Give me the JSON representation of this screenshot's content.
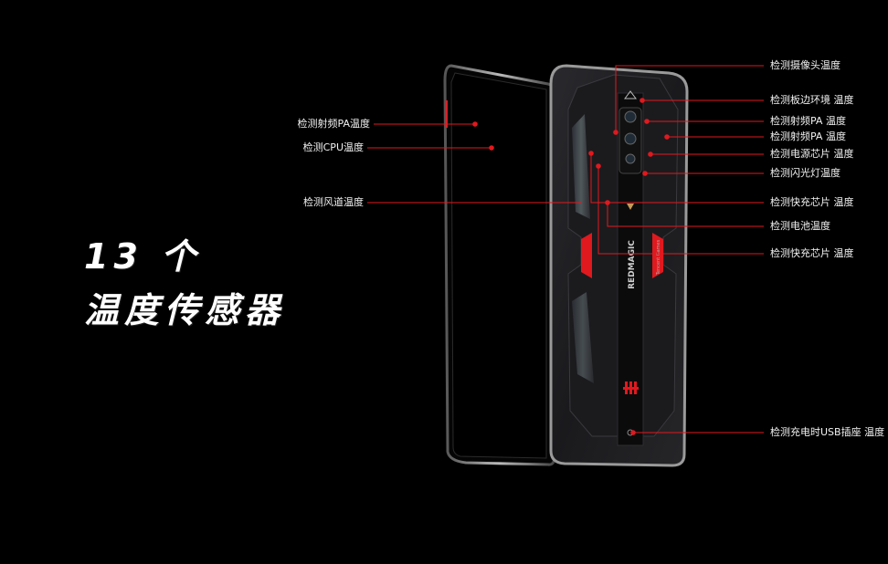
{
  "headline": {
    "line1": "13 个",
    "line2": "温度传感器"
  },
  "brand": {
    "phone_logo": "REDMAGIC",
    "tencent": "Tencent Games"
  },
  "accent_color": "#e0191e",
  "sensors_left": [
    {
      "label": "检测射频PA温度"
    },
    {
      "label": "检测CPU温度"
    },
    {
      "label": "检测风道温度"
    }
  ],
  "sensors_right": [
    {
      "label": "检测摄像头温度"
    },
    {
      "label": "检测板边环境 温度"
    },
    {
      "label": "检测射频PA 温度"
    },
    {
      "label": "检测射频PA 温度"
    },
    {
      "label": "检测电源芯片 温度"
    },
    {
      "label": "检测闪光灯温度"
    },
    {
      "label": "检测快充芯片 温度"
    },
    {
      "label": "检测电池温度"
    },
    {
      "label": "检测快充芯片 温度"
    },
    {
      "label": "检测充电时USB插座 温度"
    }
  ]
}
